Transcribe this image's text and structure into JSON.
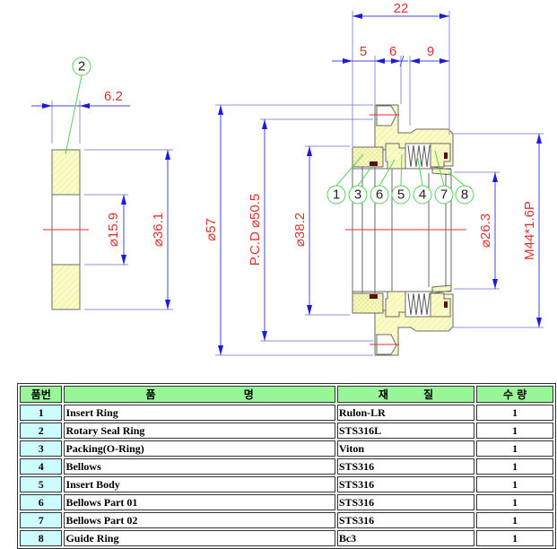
{
  "drawing": {
    "left_view": {
      "balloon": "2",
      "dims": {
        "thickness": "6.2",
        "inner_dia": "⌀15.9",
        "outer_dia": "⌀36.1"
      }
    },
    "section_view": {
      "dims": {
        "overall_length": "22",
        "seg_a": "5",
        "seg_b": "6",
        "seg_c": "9",
        "outer_dia": "⌀57",
        "pcd": "P.C.D ⌀50.5",
        "bore_dia": "⌀38.2",
        "inner_dia": "⌀26.3",
        "thread": "M44*1.6P"
      },
      "balloons": [
        "1",
        "3",
        "6",
        "5",
        "4",
        "7",
        "8"
      ]
    },
    "colors": {
      "dimension_text": "#e03030",
      "dimension_line": "#4a4ad8",
      "arrow": "#1a1ae0",
      "leader": "#55d255",
      "hatch_fill": "#fbfbc8",
      "oring": "#5a1010"
    }
  },
  "bom": {
    "headers": {
      "no": "품번",
      "name_a": "품",
      "name_b": "명",
      "mat_a": "재",
      "mat_b": "질",
      "qty": "수 량"
    },
    "rows": [
      {
        "no": "1",
        "name": "Insert Ring",
        "material": "Rulon-LR",
        "qty": "1"
      },
      {
        "no": "2",
        "name": "Rotary Seal Ring",
        "material": "STS316L",
        "qty": "1"
      },
      {
        "no": "3",
        "name": "Packing(O-Ring)",
        "material": "Viton",
        "qty": "1"
      },
      {
        "no": "4",
        "name": "Bellows",
        "material": "STS316",
        "qty": "1"
      },
      {
        "no": "5",
        "name": "Insert Body",
        "material": "STS316",
        "qty": "1"
      },
      {
        "no": "6",
        "name": "Bellows Part 01",
        "material": "STS316",
        "qty": "1"
      },
      {
        "no": "7",
        "name": "Bellows Part 02",
        "material": "STS316",
        "qty": "1"
      },
      {
        "no": "8",
        "name": "Guide Ring",
        "material": "Bc3",
        "qty": "1"
      }
    ]
  }
}
